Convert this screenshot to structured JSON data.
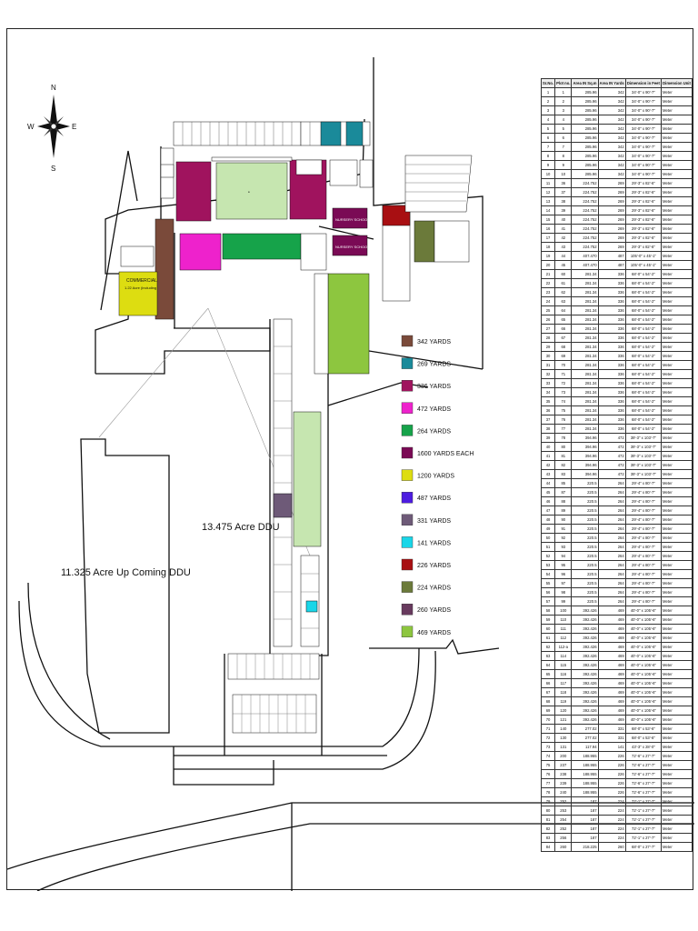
{
  "compass": {
    "north": "N",
    "south": "S",
    "east": "E",
    "west": "W"
  },
  "areas": {
    "upcoming": "11.325 Acre  Up Coming DDU",
    "ddu": "13.475 Acre DDU"
  },
  "commercial": {
    "title": "COMMERCIAL",
    "subtitle": "1.22 Acre (including"
  },
  "nursery": {
    "school1": "NURSERY SCHOOL-1",
    "school2": "NURSERY SCHOOL-2"
  },
  "legend": [
    {
      "label": "342 YARDS",
      "color": "#7a4a3a"
    },
    {
      "label": "269 YARDS",
      "color": "#1a8a9a"
    },
    {
      "label": "336 YARDS",
      "color": "#a0135e"
    },
    {
      "label": "472 YARDS",
      "color": "#ee22cc"
    },
    {
      "label": "264 YARDS",
      "color": "#16a34a"
    },
    {
      "label": "1600 YARDS EACH",
      "color": "#7a0a55"
    },
    {
      "label": "1200 YARDS",
      "color": "#dddd11"
    },
    {
      "label": "487 YARDS",
      "color": "#4d1ce0"
    },
    {
      "label": "331 YARDS",
      "color": "#6e5a78"
    },
    {
      "label": "141 YARDS",
      "color": "#19d6e8"
    },
    {
      "label": "226 YARDS",
      "color": "#a80f12"
    },
    {
      "label": "224 YARDS",
      "color": "#6b7a3a"
    },
    {
      "label": "260 YARDS",
      "color": "#683a5e"
    },
    {
      "label": "469 YARDS",
      "color": "#8dc63f"
    }
  ],
  "table": {
    "headers": [
      "Sr.No.",
      "Plot no.",
      "Area IN Sq.m",
      "Area IN Yards",
      "Dimension in Feet",
      "Dimension Unit"
    ],
    "unit": "Meter",
    "rows": [
      [
        "1",
        "1",
        "285.96",
        "342",
        "34'-0\" x 90'-7\""
      ],
      [
        "2",
        "2",
        "285.96",
        "342",
        "34'-0\" x 90'-7\""
      ],
      [
        "3",
        "3",
        "285.96",
        "342",
        "34'-0\" x 90'-7\""
      ],
      [
        "4",
        "4",
        "285.96",
        "342",
        "34'-0\" x 90'-7\""
      ],
      [
        "5",
        "5",
        "285.96",
        "342",
        "34'-0\" x 90'-7\""
      ],
      [
        "6",
        "6",
        "285.96",
        "342",
        "34'-0\" x 90'-7\""
      ],
      [
        "7",
        "7",
        "285.96",
        "342",
        "34'-0\" x 90'-7\""
      ],
      [
        "8",
        "8",
        "285.96",
        "342",
        "34'-0\" x 90'-7\""
      ],
      [
        "9",
        "9",
        "285.96",
        "342",
        "34'-0\" x 90'-7\""
      ],
      [
        "10",
        "10",
        "285.96",
        "342",
        "34'-0\" x 90'-7\""
      ],
      [
        "11",
        "36",
        "224.752",
        "269",
        "29'-3\" x 82'-6\""
      ],
      [
        "12",
        "37",
        "224.752",
        "269",
        "29'-3\" x 82'-6\""
      ],
      [
        "13",
        "38",
        "224.752",
        "269",
        "29'-3\" x 82'-6\""
      ],
      [
        "14",
        "39",
        "224.752",
        "269",
        "29'-3\" x 82'-6\""
      ],
      [
        "15",
        "40",
        "224.752",
        "269",
        "29'-3\" x 82'-6\""
      ],
      [
        "16",
        "41",
        "224.752",
        "269",
        "29'-3\" x 82'-6\""
      ],
      [
        "17",
        "42",
        "224.752",
        "269",
        "29'-3\" x 82'-6\""
      ],
      [
        "18",
        "43",
        "224.752",
        "269",
        "29'-3\" x 82'-6\""
      ],
      [
        "19",
        "44",
        "407.470",
        "487",
        "105'-0\" x 45'-1\""
      ],
      [
        "20",
        "45",
        "407.470",
        "487",
        "105'-0\" x 45'-1\""
      ],
      [
        "21",
        "60",
        "281.34",
        "336",
        "68'-0\" x 54'-2\""
      ],
      [
        "22",
        "61",
        "281.34",
        "336",
        "68'-0\" x 54'-2\""
      ],
      [
        "23",
        "62",
        "281.34",
        "336",
        "68'-0\" x 54'-2\""
      ],
      [
        "24",
        "63",
        "281.34",
        "336",
        "68'-0\" x 54'-2\""
      ],
      [
        "25",
        "64",
        "281.34",
        "336",
        "68'-0\" x 54'-2\""
      ],
      [
        "26",
        "65",
        "281.34",
        "336",
        "68'-0\" x 54'-2\""
      ],
      [
        "27",
        "66",
        "281.34",
        "336",
        "68'-0\" x 54'-2\""
      ],
      [
        "28",
        "67",
        "281.34",
        "336",
        "68'-0\" x 54'-2\""
      ],
      [
        "29",
        "68",
        "281.34",
        "336",
        "68'-0\" x 54'-2\""
      ],
      [
        "30",
        "69",
        "281.34",
        "336",
        "68'-0\" x 54'-2\""
      ],
      [
        "31",
        "70",
        "281.34",
        "336",
        "68'-0\" x 54'-2\""
      ],
      [
        "32",
        "71",
        "281.34",
        "336",
        "68'-0\" x 54'-2\""
      ],
      [
        "33",
        "72",
        "281.34",
        "336",
        "68'-0\" x 54'-2\""
      ],
      [
        "34",
        "73",
        "281.34",
        "336",
        "68'-0\" x 54'-2\""
      ],
      [
        "35",
        "74",
        "281.34",
        "336",
        "68'-0\" x 54'-2\""
      ],
      [
        "36",
        "75",
        "281.34",
        "336",
        "68'-0\" x 54'-2\""
      ],
      [
        "37",
        "76",
        "281.34",
        "336",
        "68'-0\" x 54'-2\""
      ],
      [
        "38",
        "77",
        "281.34",
        "336",
        "68'-0\" x 54'-2\""
      ],
      [
        "39",
        "78",
        "394.96",
        "472",
        "39'-3\" x 103'-7\""
      ],
      [
        "40",
        "80",
        "394.96",
        "472",
        "39'-3\" x 103'-7\""
      ],
      [
        "41",
        "81",
        "394.96",
        "472",
        "39'-3\" x 103'-7\""
      ],
      [
        "42",
        "82",
        "394.96",
        "472",
        "39'-3\" x 103'-7\""
      ],
      [
        "43",
        "83",
        "394.96",
        "472",
        "39'-3\" x 103'-7\""
      ],
      [
        "44",
        "85",
        "220.5",
        "264",
        "29'-4\" x 80'-7\""
      ],
      [
        "45",
        "87",
        "220.5",
        "264",
        "29'-4\" x 80'-7\""
      ],
      [
        "46",
        "88",
        "220.5",
        "264",
        "29'-4\" x 80'-7\""
      ],
      [
        "47",
        "89",
        "220.5",
        "264",
        "29'-4\" x 80'-7\""
      ],
      [
        "48",
        "90",
        "220.5",
        "264",
        "29'-4\" x 80'-7\""
      ],
      [
        "49",
        "91",
        "220.5",
        "264",
        "29'-4\" x 80'-7\""
      ],
      [
        "50",
        "92",
        "220.5",
        "264",
        "29'-4\" x 80'-7\""
      ],
      [
        "51",
        "93",
        "220.5",
        "264",
        "29'-4\" x 80'-7\""
      ],
      [
        "52",
        "94",
        "220.5",
        "264",
        "29'-4\" x 80'-7\""
      ],
      [
        "53",
        "95",
        "220.5",
        "264",
        "29'-4\" x 80'-7\""
      ],
      [
        "54",
        "96",
        "220.5",
        "264",
        "29'-4\" x 80'-7\""
      ],
      [
        "55",
        "97",
        "220.5",
        "264",
        "29'-4\" x 80'-7\""
      ],
      [
        "56",
        "98",
        "220.5",
        "264",
        "29'-4\" x 80'-7\""
      ],
      [
        "57",
        "99",
        "220.5",
        "264",
        "29'-4\" x 80'-7\""
      ],
      [
        "58",
        "100",
        "392.426",
        "469",
        "40'-0\" x 105'-6\""
      ],
      [
        "59",
        "110",
        "392.426",
        "469",
        "40'-0\" x 105'-6\""
      ],
      [
        "60",
        "111",
        "392.426",
        "469",
        "40'-0\" x 105'-6\""
      ],
      [
        "61",
        "112",
        "392.426",
        "469",
        "40'-0\" x 105'-6\""
      ],
      [
        "62",
        "112-a",
        "392.426",
        "469",
        "40'-0\" x 105'-6\""
      ],
      [
        "63",
        "114",
        "392.426",
        "469",
        "40'-0\" x 105'-6\""
      ],
      [
        "64",
        "115",
        "392.426",
        "469",
        "40'-0\" x 105'-6\""
      ],
      [
        "65",
        "116",
        "392.426",
        "469",
        "40'-0\" x 105'-6\""
      ],
      [
        "66",
        "117",
        "392.426",
        "469",
        "40'-0\" x 105'-6\""
      ],
      [
        "67",
        "118",
        "392.426",
        "469",
        "40'-0\" x 105'-6\""
      ],
      [
        "68",
        "119",
        "392.426",
        "469",
        "40'-0\" x 105'-6\""
      ],
      [
        "69",
        "120",
        "392.426",
        "469",
        "40'-0\" x 105'-6\""
      ],
      [
        "70",
        "121",
        "392.426",
        "469",
        "40'-0\" x 105'-6\""
      ],
      [
        "71",
        "140",
        "277.02",
        "331",
        "68'-0\" x 53'-6\""
      ],
      [
        "72",
        "130",
        "277.02",
        "331",
        "68'-0\" x 53'-6\""
      ],
      [
        "73",
        "131",
        "117.94",
        "141",
        "43'-3\" x 28'-0\""
      ],
      [
        "74",
        "200",
        "188.955",
        "226",
        "72'-6\" x 27'-7\""
      ],
      [
        "75",
        "237",
        "188.955",
        "226",
        "72'-6\" x 27'-7\""
      ],
      [
        "76",
        "238",
        "188.955",
        "226",
        "72'-6\" x 27'-7\""
      ],
      [
        "77",
        "239",
        "188.955",
        "226",
        "72'-6\" x 27'-7\""
      ],
      [
        "78",
        "240",
        "188.955",
        "226",
        "72'-6\" x 27'-7\""
      ],
      [
        "79",
        "252",
        "187",
        "224",
        "72'-1\" x 27'-7\""
      ],
      [
        "80",
        "253",
        "187",
        "224",
        "72'-1\" x 27'-7\""
      ],
      [
        "81",
        "254",
        "187",
        "224",
        "72'-1\" x 27'-7\""
      ],
      [
        "82",
        "252",
        "187",
        "224",
        "72'-1\" x 27'-7\""
      ],
      [
        "83",
        "256",
        "187",
        "224",
        "72'-1\" x 27'-7\""
      ],
      [
        "84",
        "260",
        "218.225",
        "260",
        "68'-0\" x 27'-7\""
      ]
    ]
  }
}
